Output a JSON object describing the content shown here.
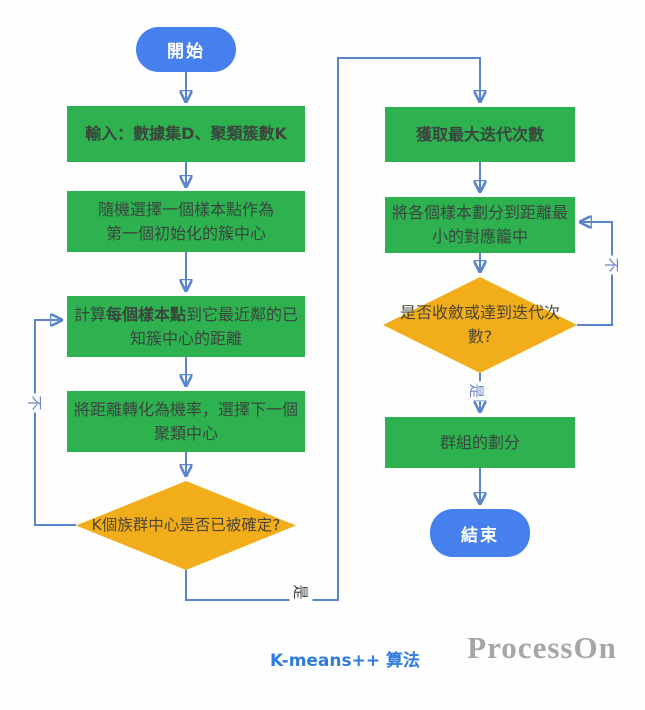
{
  "nodes": {
    "start": {
      "label": "開始"
    },
    "input": {
      "label": "輸入：數據集D、聚類簇數K"
    },
    "random_select": {
      "label": "隨機選擇一個樣本點作為\n第一個初始化的簇中心"
    },
    "compute_distance": {
      "prefix": "計算",
      "bold": "每個樣本點",
      "suffix": "到它最近鄰的已知簇中心的距離"
    },
    "prob_select": {
      "label": "將距離轉化為機率，選擇下一個\n聚類中心"
    },
    "k_decided": {
      "label": "K個族群中心是否已被確定?"
    },
    "max_iter": {
      "label": "獲取最大迭代次數"
    },
    "assign": {
      "label": "將各個樣本劃分到距離最\n小的對應籠中"
    },
    "converged": {
      "label": "是否收斂或達到迭代次數?"
    },
    "partition": {
      "label": "群組的劃分"
    },
    "end": {
      "label": "結束"
    }
  },
  "edge_labels": {
    "k_no": "不",
    "k_yes": "是",
    "conv_no": "不",
    "conv_yes": "是"
  },
  "footer": {
    "title": "K-means++ 算法",
    "watermark": "ProcessOn"
  },
  "colors": {
    "green": "#2eb250",
    "node-blue": "#4680ee",
    "diamond": "#f2ae1a",
    "line": "#5a85cd",
    "arrow": "#3a6fe8",
    "box-text": "#3a453e",
    "diamond-text": "#4c4637",
    "label-blue": "#6e86c4",
    "label-dark": "#3f4245",
    "title-blue": "#2f7be0",
    "watermark": "#a6a6a6",
    "bg": "#fefefe"
  }
}
